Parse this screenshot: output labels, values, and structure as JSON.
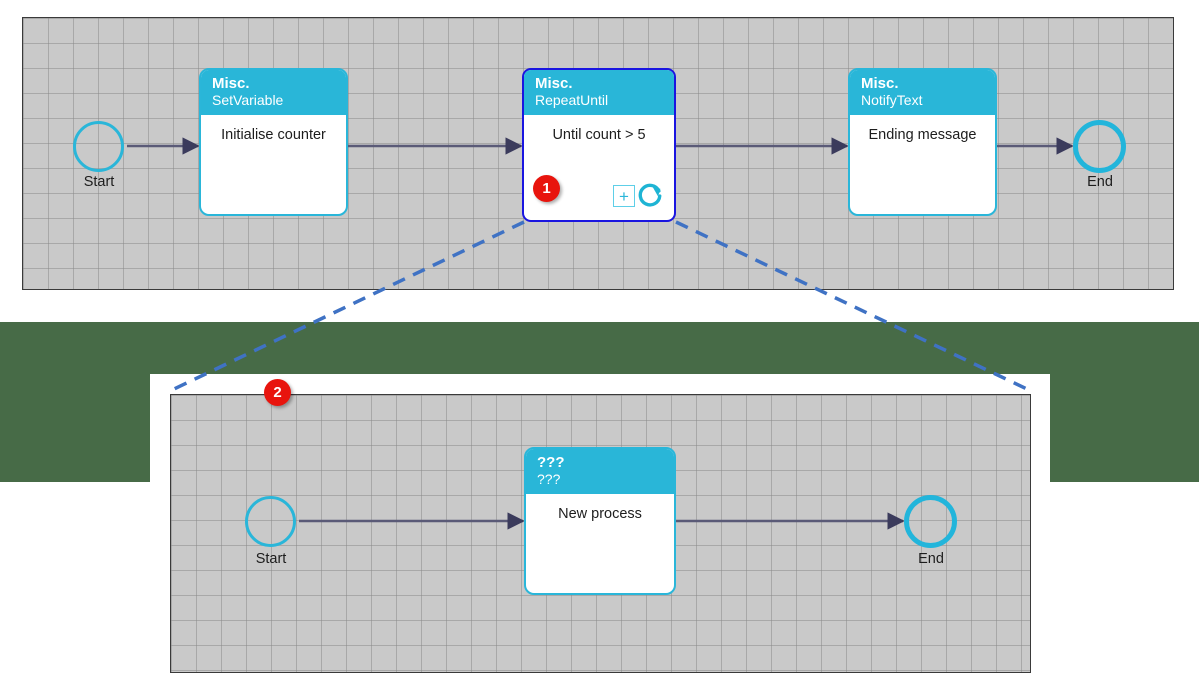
{
  "palette": {
    "node_header": "#29b6d8",
    "node_border": "#2ab6d9",
    "selected_border": "#1a15e0",
    "connector": "#4a4a6a",
    "badge_red": "#e8140d",
    "callout_blue": "#3f72c4",
    "backdrop_green": "#476b47",
    "grid_line": "#8c8c8c"
  },
  "top_canvas": {
    "name": "main-flow-canvas",
    "start": {
      "label": "Start"
    },
    "end": {
      "label": "End"
    },
    "nodes": [
      {
        "title": "Misc.",
        "subtitle": "SetVariable",
        "text": "Initialise counter",
        "selected": false
      },
      {
        "title": "Misc.",
        "subtitle": "RepeatUntil",
        "text": "Until count > 5",
        "selected": true,
        "badge": "1",
        "icons": {
          "expand": {
            "name": "plus-icon",
            "glyph": "+"
          },
          "loop": {
            "name": "refresh-loop-icon"
          }
        }
      },
      {
        "title": "Misc.",
        "subtitle": "NotifyText",
        "text": "Ending message",
        "selected": false
      }
    ]
  },
  "bottom_canvas": {
    "name": "subprocess-flow-canvas",
    "badge": "2",
    "start": {
      "label": "Start"
    },
    "end": {
      "label": "End"
    },
    "nodes": [
      {
        "title": "???",
        "subtitle": "???",
        "text": "New process",
        "selected": false
      }
    ]
  }
}
